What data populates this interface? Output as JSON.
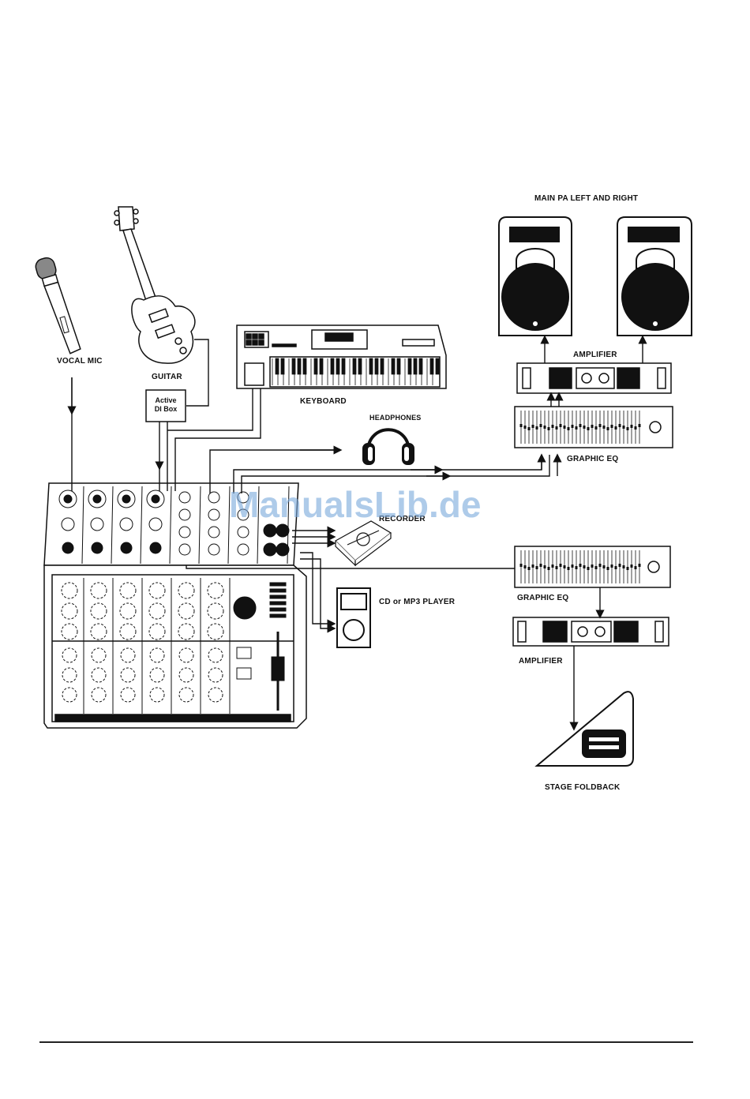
{
  "labels": {
    "vocal_mic": "VOCAL MIC",
    "guitar": "GUITAR",
    "di_box_line1": "Active",
    "di_box_line2": "DI Box",
    "keyboard": "KEYBOARD",
    "headphones": "HEADPHONES",
    "graphic_eq_main": "GRAPHIC EQ",
    "graphic_eq_monitor": "GRAPHIC EQ",
    "amplifier_main": "AMPLIFIER",
    "amplifier_monitor": "AMPLIFIER",
    "main_pa": "MAIN PA LEFT AND RIGHT",
    "recorder": "RECORDER",
    "cd_player": "CD or MP3 PLAYER",
    "stage_foldback": "STAGE FOLDBACK"
  },
  "watermark": "ManualsLib.de",
  "colors": {
    "line": "#111111",
    "watermark": "#7aa9dc"
  }
}
